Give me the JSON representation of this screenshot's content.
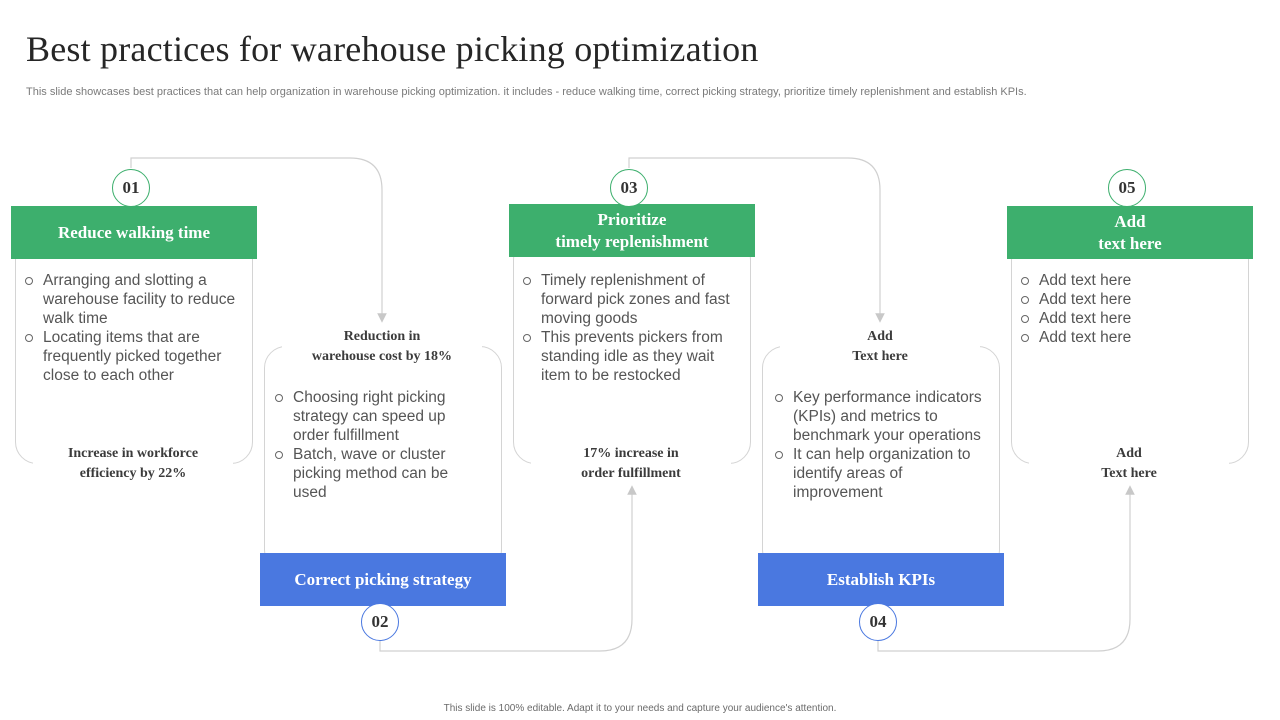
{
  "title": "Best practices for warehouse picking optimization",
  "subtitle": "This slide showcases best practices that can help organization in warehouse picking optimization. it includes - reduce walking time, correct picking strategy, prioritize timely replenishment and establish KPIs.",
  "footer": "This slide is 100% editable. Adapt it to your needs and capture your audience's attention.",
  "colors": {
    "green": "#3daf6d",
    "blue": "#4a78e0"
  },
  "steps": [
    {
      "number": "01",
      "heading": "Reduce walking time",
      "bullets": [
        "Arranging and slotting a warehouse facility to reduce walk time",
        "Locating items that are frequently  picked together close to each other"
      ],
      "stat": "Increase in workforce\nefficiency by 22%"
    },
    {
      "number": "02",
      "heading": "Correct picking strategy",
      "bullets": [
        "Choosing right picking strategy can speed up order fulfillment",
        "Batch, wave or cluster picking method can be used"
      ],
      "stat": "Reduction in\nwarehouse  cost by 18%"
    },
    {
      "number": "03",
      "heading": "Prioritize\ntimely replenishment",
      "bullets": [
        "Timely replenishment  of forward pick zones and fast moving goods",
        "This prevents pickers from standing idle as they  wait item to be restocked"
      ],
      "stat": "17% increase in\norder fulfillment"
    },
    {
      "number": "04",
      "heading": "Establish KPIs",
      "bullets": [
        "Key performance indicators (KPIs) and metrics to benchmark your operations",
        "It can help organization to identify areas of improvement"
      ],
      "stat": "Add\nText here"
    },
    {
      "number": "05",
      "heading": "Add\ntext here",
      "bullets": [
        "Add text here",
        "Add text here",
        "Add text here",
        "Add text here"
      ],
      "stat": "Add\nText here"
    }
  ]
}
